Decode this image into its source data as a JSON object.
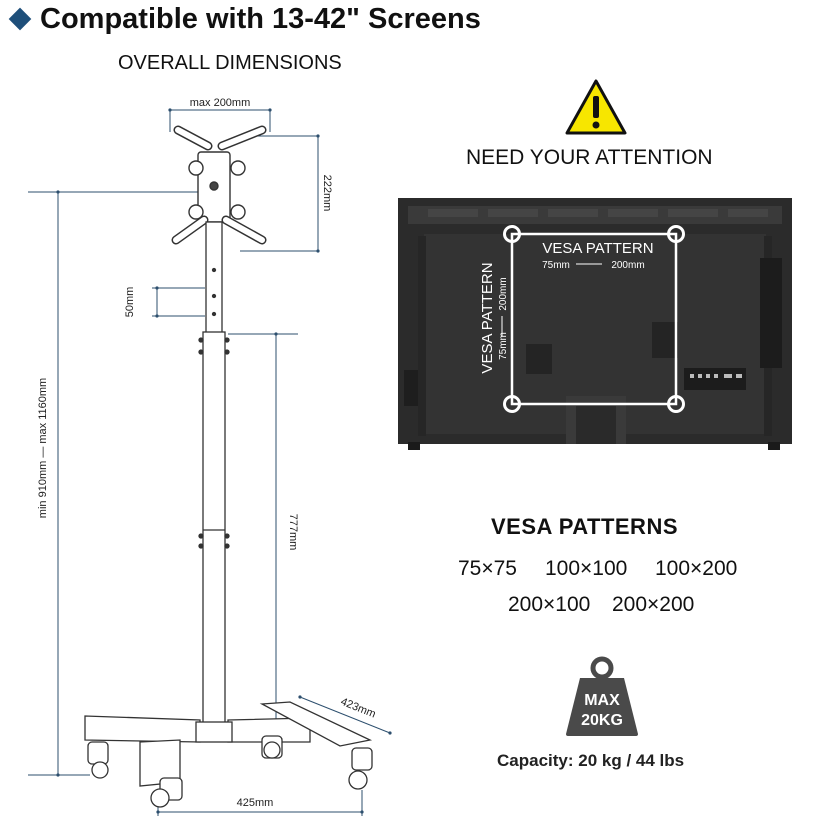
{
  "header": {
    "title": "Compatible with 13-42\" Screens",
    "subtitle": "OVERALL DIMENSIONS"
  },
  "dimensions": {
    "bracket_width": "max 200mm",
    "bracket_height": "222mm",
    "adjust_step": "50mm",
    "overall_height": "min 910mm  —  max 1160mm",
    "pole_height": "777mm",
    "base_depth": "423mm",
    "base_width": "425mm"
  },
  "notice": {
    "warning_icon": "warning-triangle-icon",
    "label": "NEED YOUR ATTENTION"
  },
  "tv_back": {
    "vesa_horizontal": "VESA PATTERN",
    "vesa_horizontal_range_min": "75mm",
    "vesa_horizontal_range_max": "200mm",
    "vesa_vertical": "VESA PATTERN",
    "vesa_vertical_range_min": "75mm",
    "vesa_vertical_range_max": "200mm"
  },
  "vesa_patterns": {
    "heading": "VESA PATTERNS",
    "row1": [
      "75×75",
      "100×100",
      "100×200"
    ],
    "row2": [
      "200×100",
      "200×200"
    ]
  },
  "capacity": {
    "badge_line1": "MAX",
    "badge_line2": "20KG",
    "label": "Capacity: 20 kg / 44 lbs"
  },
  "colors": {
    "dimension_line": "#2d4f6e",
    "accent": "#1e4f7a",
    "warning": "#f7e600",
    "tv_dark": "#2b2b2b"
  }
}
